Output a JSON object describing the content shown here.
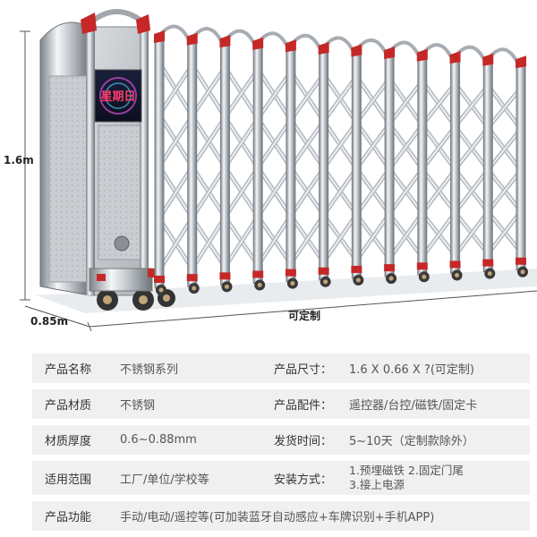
{
  "dimensions": {
    "height": "1.6m",
    "depth": "0.85m",
    "length": "可定制"
  },
  "display_panel": {
    "text": "星期日"
  },
  "specs": [
    {
      "k": "产品名称",
      "v": "不锈钢系列",
      "k2": "产品尺寸：",
      "v2": "1.6 X 0.66 X ?(可定制)"
    },
    {
      "k": "产品材质",
      "v": "不锈钢",
      "k2": "产品配件：",
      "v2": "遥控器/台控/磁铁/固定卡"
    },
    {
      "k": "材质厚度",
      "v": "0.6~0.88mm",
      "k2": "发货时间：",
      "v2": "5~10天（定制款除外）"
    },
    {
      "k": "适用范围",
      "v": "工厂/单位/学校等",
      "k2": "安装方式：",
      "v2_line1": "1.预埋磁铁 2.固定门尾",
      "v2_line2": "3.接上电源"
    },
    {
      "k": "产品功能",
      "v": "手动/电动/遥控等(可加装蓝牙自动感应+车牌识别+手机APP)"
    }
  ]
}
